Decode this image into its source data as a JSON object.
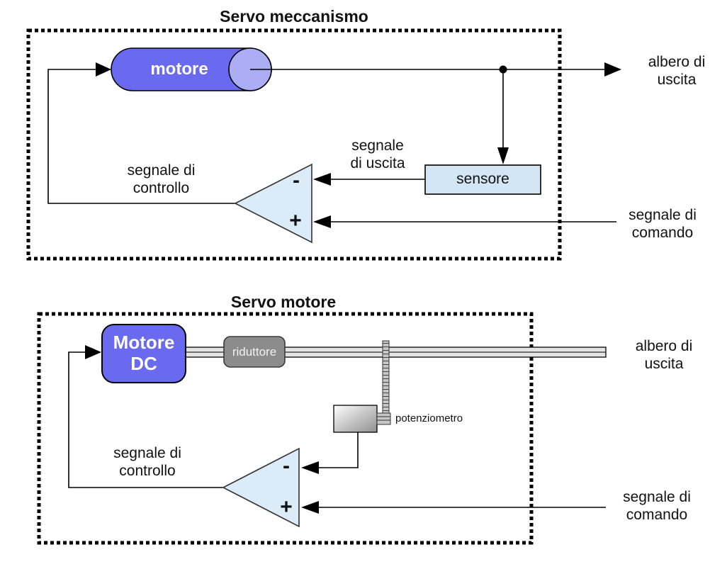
{
  "colors": {
    "motor_blue": "#6a6af0",
    "motor_cap_blue": "#abadf5",
    "sensor_light_blue": "#d2e6f5",
    "comparator_light_blue": "#dcebf8",
    "reducer_gray": "#8c8c8c",
    "shaft_gray": "#e4e4e4",
    "line_black": "#000000"
  },
  "servo_mechanism": {
    "title": "Servo meccanismo",
    "motor_label": "motore",
    "sensor_label": "sensore",
    "minus_label": "-",
    "plus_label": "+",
    "output_shaft": {
      "line1": "albero di",
      "line2": "uscita"
    },
    "output_signal": {
      "line1": "segnale",
      "line2": "di uscita"
    },
    "control_signal": {
      "line1": "segnale di",
      "line2": "controllo"
    },
    "command_signal": {
      "line1": "segnale di",
      "line2": "comando"
    }
  },
  "servo_motor": {
    "title": "Servo motore",
    "motor_label": {
      "line1": "Motore",
      "line2": "DC"
    },
    "reducer_label": "riduttore",
    "potentiometer_label": "potenziometro",
    "minus_label": "-",
    "plus_label": "+",
    "output_shaft": {
      "line1": "albero di",
      "line2": "uscita"
    },
    "control_signal": {
      "line1": "segnale di",
      "line2": "controllo"
    },
    "command_signal": {
      "line1": "segnale di",
      "line2": "comando"
    }
  }
}
